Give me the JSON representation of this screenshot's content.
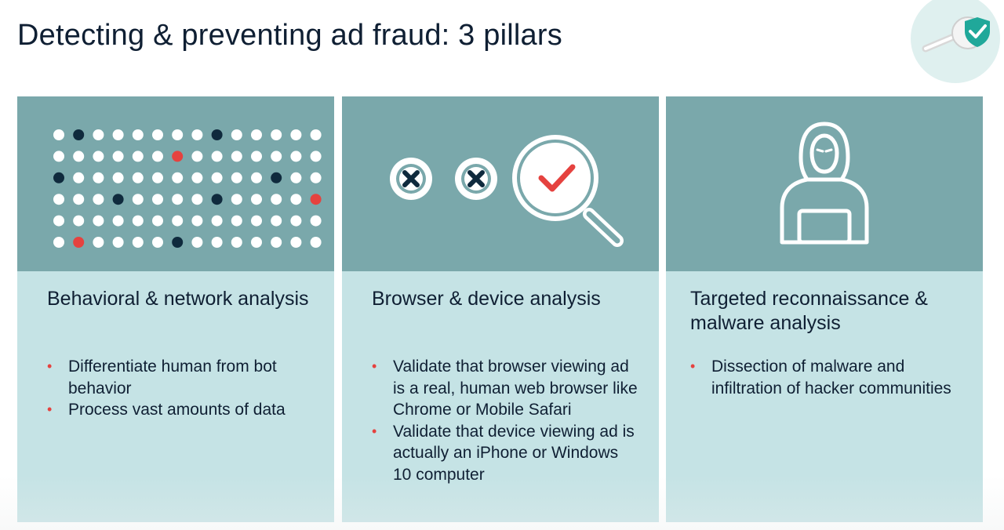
{
  "slide": {
    "title": "Detecting & preventing ad fraud: 3 pillars"
  },
  "colors": {
    "panel_top": "#7aa8ab",
    "panel_bottom": "#c5e3e5",
    "accent_red": "#e5423f",
    "navy": "#0f2a3d",
    "logo_green": "#20a89a"
  },
  "panels": [
    {
      "icon": "dot-grid-icon",
      "heading": "Behavioral & network analysis",
      "bullets": [
        "Differentiate human from bot behavior",
        "Process vast amounts of data"
      ]
    },
    {
      "icon": "magnifier-check-icon",
      "heading": "Browser & device analysis",
      "bullets": [
        "Validate that browser viewing ad is a real, human web browser like Chrome or Mobile Safari",
        "Validate that device viewing ad is actually an iPhone or Windows 10 computer"
      ]
    },
    {
      "icon": "hooded-hacker-icon",
      "heading": "Targeted reconnaissance & malware analysis",
      "bullets": [
        "Dissection of malware and infiltration of hacker communities"
      ]
    }
  ],
  "dot_grid": {
    "rows": [
      "wnwwwwwwnwwwww",
      "wwwwwwrwwwwwww",
      "nwwwwwwwwwwnww",
      "wwwnwwwwnwwwwr",
      "wwwwwwwwwwwwww",
      "wrwwwwnwwwwwww"
    ]
  }
}
